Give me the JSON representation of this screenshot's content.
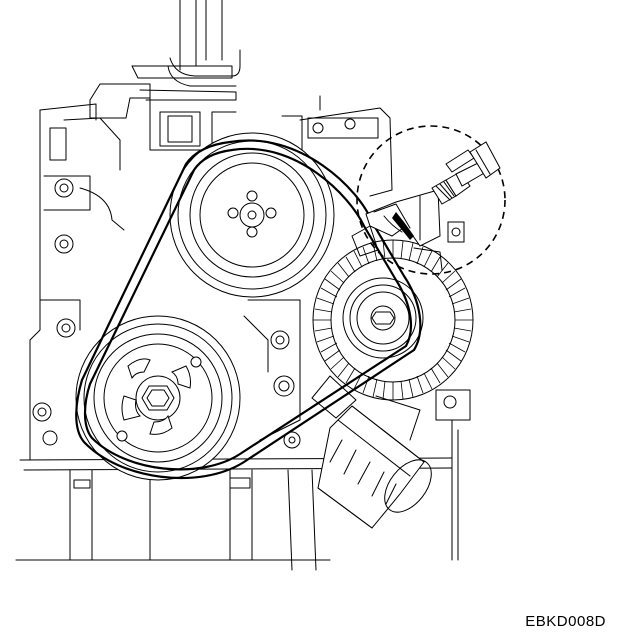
{
  "figure": {
    "code": "EBKD008D",
    "style": {
      "line_color": "#000000",
      "background": "#ffffff"
    },
    "components": [
      {
        "name": "upper-pulley",
        "visible_text": ""
      },
      {
        "name": "crankshaft-pulley",
        "visible_text": ""
      },
      {
        "name": "alternator",
        "visible_text": ""
      },
      {
        "name": "drive-belt",
        "visible_text": ""
      },
      {
        "name": "belt-tension-gauge",
        "visible_text": ""
      },
      {
        "name": "oil-filter",
        "visible_text": ""
      }
    ]
  }
}
